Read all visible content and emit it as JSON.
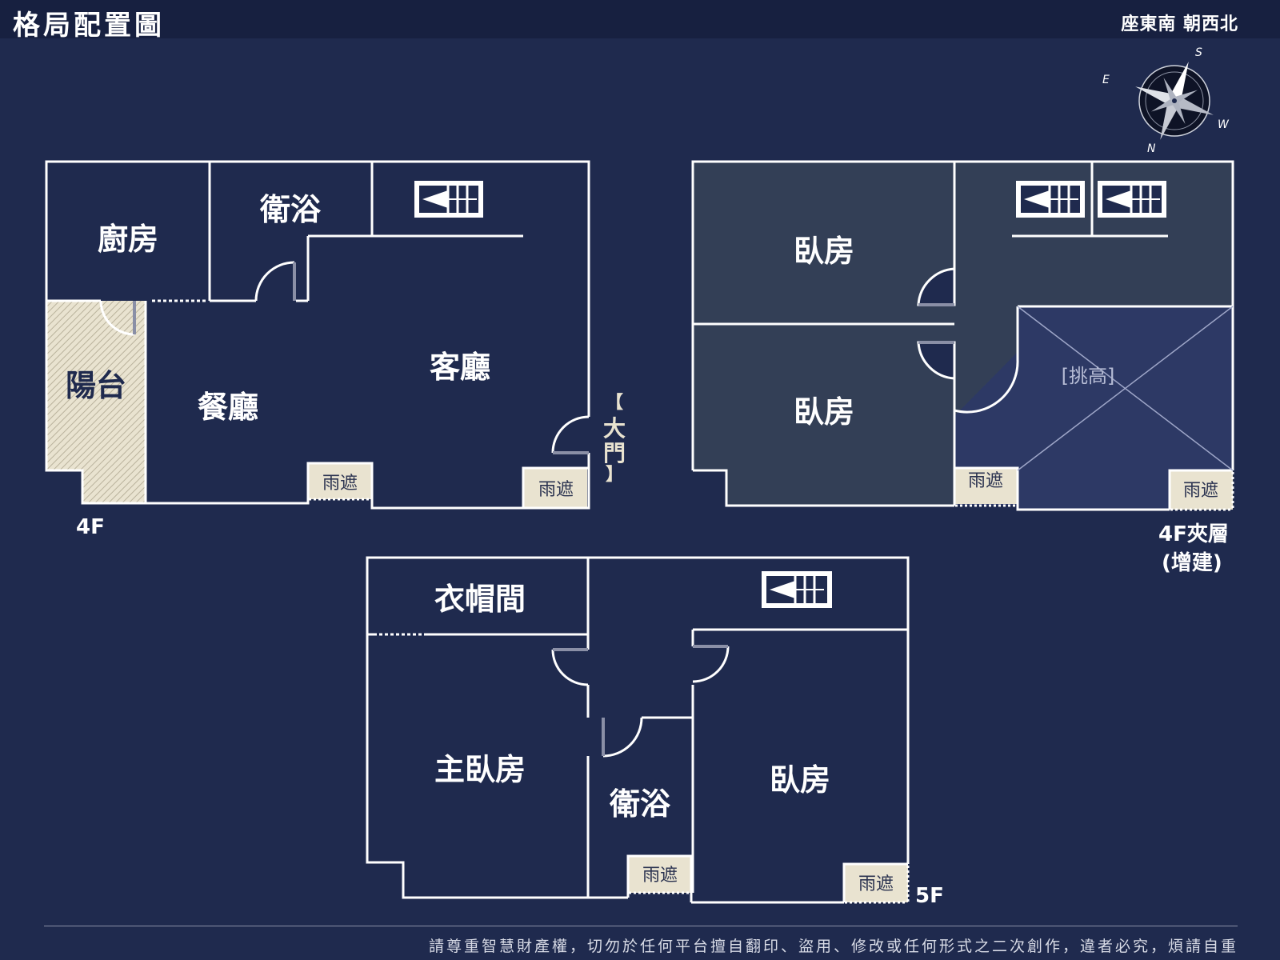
{
  "header": {
    "title": "格局配置圖",
    "orientation": "座東南 朝西北"
  },
  "compass": {
    "labels": {
      "n": "N",
      "s": "S",
      "e": "E",
      "w": "W"
    }
  },
  "floor_4f": {
    "label": "4F",
    "rooms": {
      "kitchen": "廚房",
      "bath": "衛浴",
      "balcony": "陽台",
      "dining": "餐廳",
      "living": "客廳",
      "canopy1": "雨遮",
      "canopy2": "雨遮"
    },
    "main_door": [
      "【",
      "大",
      "門",
      "】"
    ]
  },
  "floor_mezz": {
    "label_line1": "4F夾層",
    "label_line2": "(增建)",
    "rooms": {
      "bedroom1": "臥房",
      "bedroom2": "臥房",
      "void": "[挑高]",
      "canopy1": "雨遮",
      "canopy2": "雨遮"
    }
  },
  "floor_5f": {
    "label": "5F",
    "rooms": {
      "closet": "衣帽間",
      "master": "主臥房",
      "bath": "衛浴",
      "bedroom": "臥房",
      "canopy1": "雨遮",
      "canopy2": "雨遮"
    }
  },
  "footer": {
    "notice": "請尊重智慧財產權，切勿於任何平台擅自翻印、盜用、修改或任何形式之二次創作，違者必究，煩請自重"
  },
  "colors": {
    "background": "#1f2a4e",
    "header": "#172040",
    "wall": "#ffffff",
    "canopy": "#e9e3d0",
    "mezz_room": "#333f56",
    "void": "#2d3965"
  }
}
